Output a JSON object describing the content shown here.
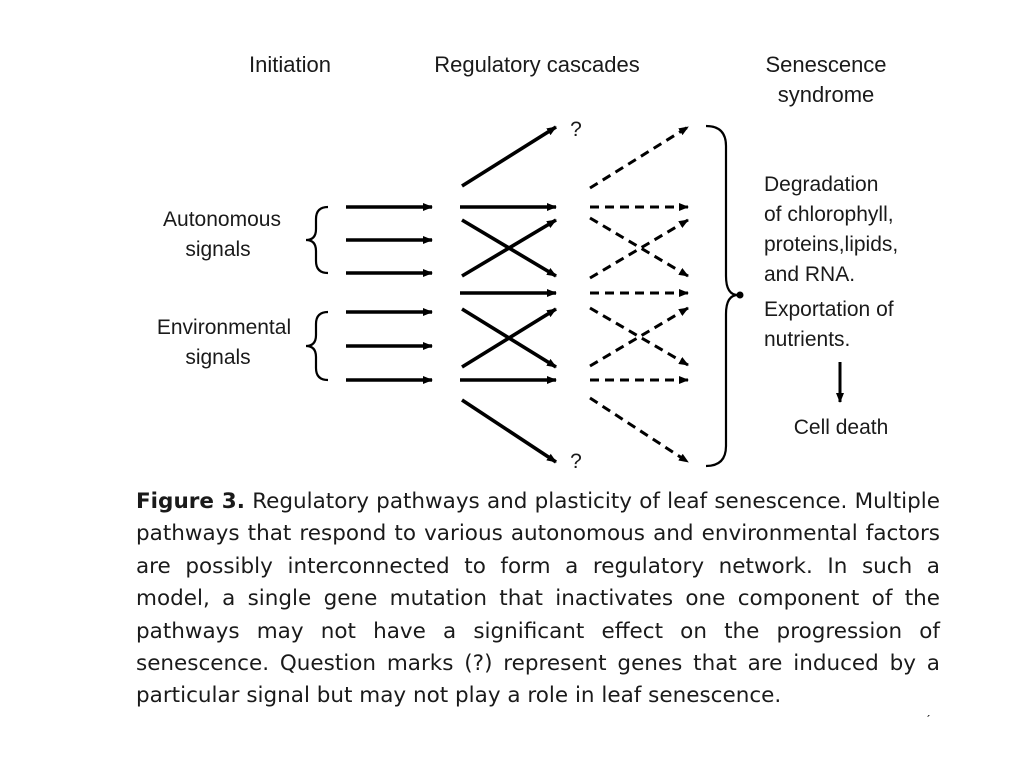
{
  "headers": {
    "initiation": "Initiation",
    "cascades": "Regulatory cascades",
    "syndrome_line1": "Senescence",
    "syndrome_line2": "syndrome"
  },
  "inputs": {
    "autonomous_line1": "Autonomous",
    "autonomous_line2": "signals",
    "environmental_line1": "Environmental",
    "environmental_line2": "signals"
  },
  "question_mark": "?",
  "syndrome_text": {
    "line1": "Degradation",
    "line2": "of chlorophyll,",
    "line3": "proteins,lipids,",
    "line4": "and RNA.",
    "line5": "Exportation of",
    "line6": "nutrients.",
    "outcome": "Cell death"
  },
  "caption": {
    "figure_label": "Figure 3.",
    "text": "Regulatory pathways and plasticity of leaf senescence. Multiple pathways that respond to various autonomous and environmental factors are possibly interconnected to form a regulatory network. In such a model, a single gene mutation that inactivates one component of the pathways may not have a significant effect on the progression of senescence. Question marks (?) represent genes that are induced by a particular signal but may not play a role in leaf senescence."
  }
}
